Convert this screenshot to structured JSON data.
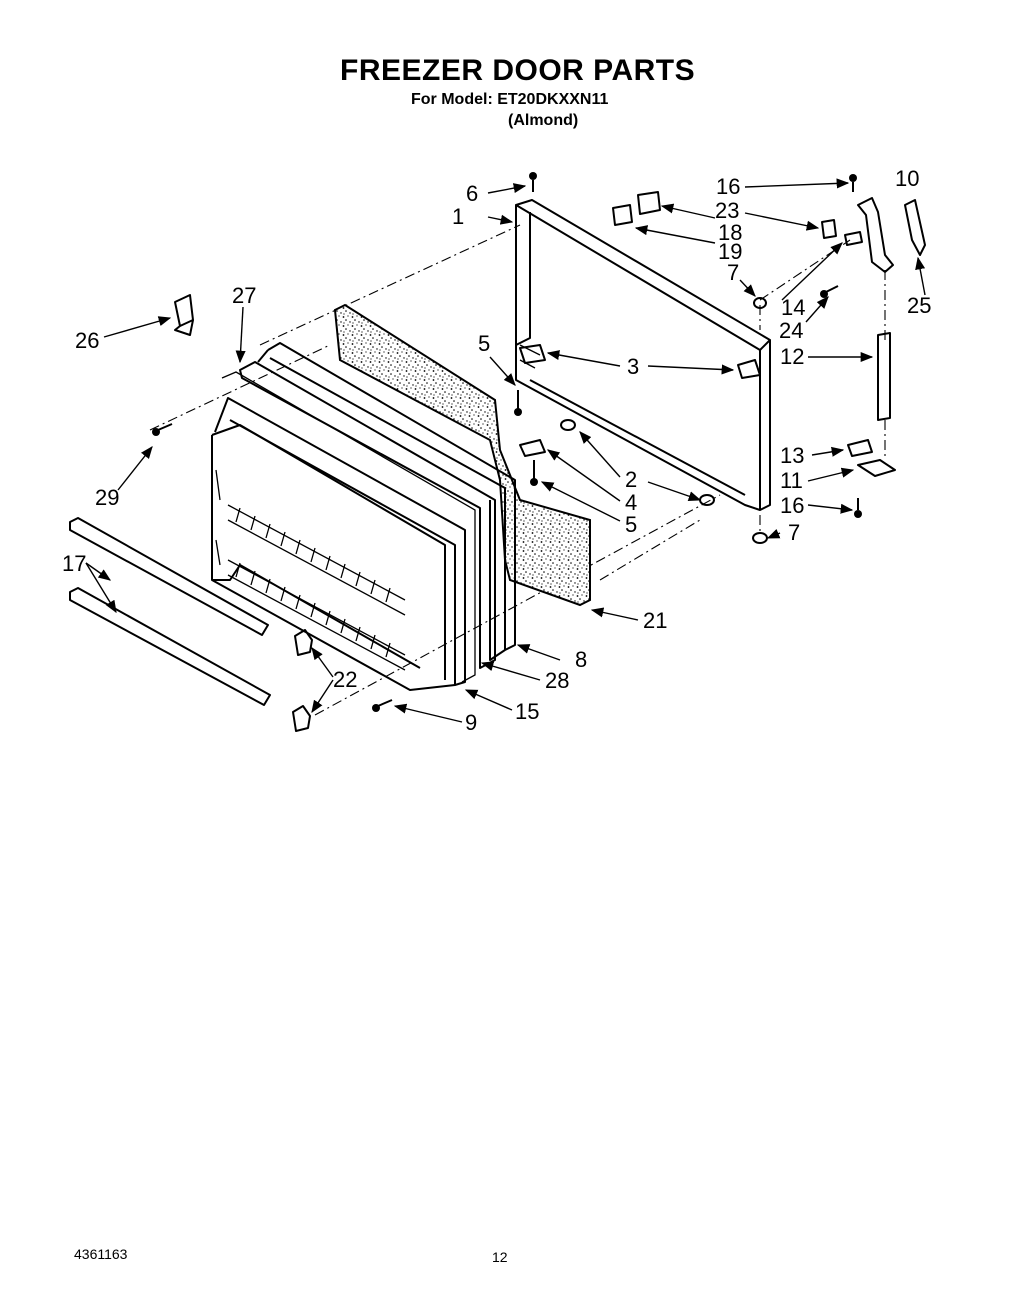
{
  "header": {
    "title": "FREEZER DOOR PARTS",
    "model_line": "For Model: ET20DKXXN11",
    "color_line": "(Almond)"
  },
  "footer": {
    "doc_number": "4361163",
    "page_number": "12"
  },
  "callouts": [
    {
      "id": "c1",
      "label": "1"
    },
    {
      "id": "c2",
      "label": "2"
    },
    {
      "id": "c3",
      "label": "3"
    },
    {
      "id": "c4",
      "label": "4"
    },
    {
      "id": "c5a",
      "label": "5"
    },
    {
      "id": "c5b",
      "label": "5"
    },
    {
      "id": "c6",
      "label": "6"
    },
    {
      "id": "c7a",
      "label": "7"
    },
    {
      "id": "c7b",
      "label": "7"
    },
    {
      "id": "c8",
      "label": "8"
    },
    {
      "id": "c9",
      "label": "9"
    },
    {
      "id": "c10",
      "label": "10"
    },
    {
      "id": "c11",
      "label": "11"
    },
    {
      "id": "c12",
      "label": "12"
    },
    {
      "id": "c13",
      "label": "13"
    },
    {
      "id": "c14",
      "label": "14"
    },
    {
      "id": "c15",
      "label": "15"
    },
    {
      "id": "c16a",
      "label": "16"
    },
    {
      "id": "c16b",
      "label": "16"
    },
    {
      "id": "c17",
      "label": "17"
    },
    {
      "id": "c18",
      "label": "18"
    },
    {
      "id": "c19",
      "label": "19"
    },
    {
      "id": "c21",
      "label": "21"
    },
    {
      "id": "c22",
      "label": "22"
    },
    {
      "id": "c23",
      "label": "23"
    },
    {
      "id": "c24",
      "label": "24"
    },
    {
      "id": "c25",
      "label": "25"
    },
    {
      "id": "c26",
      "label": "26"
    },
    {
      "id": "c27",
      "label": "27"
    },
    {
      "id": "c28",
      "label": "28"
    },
    {
      "id": "c29",
      "label": "29"
    }
  ]
}
